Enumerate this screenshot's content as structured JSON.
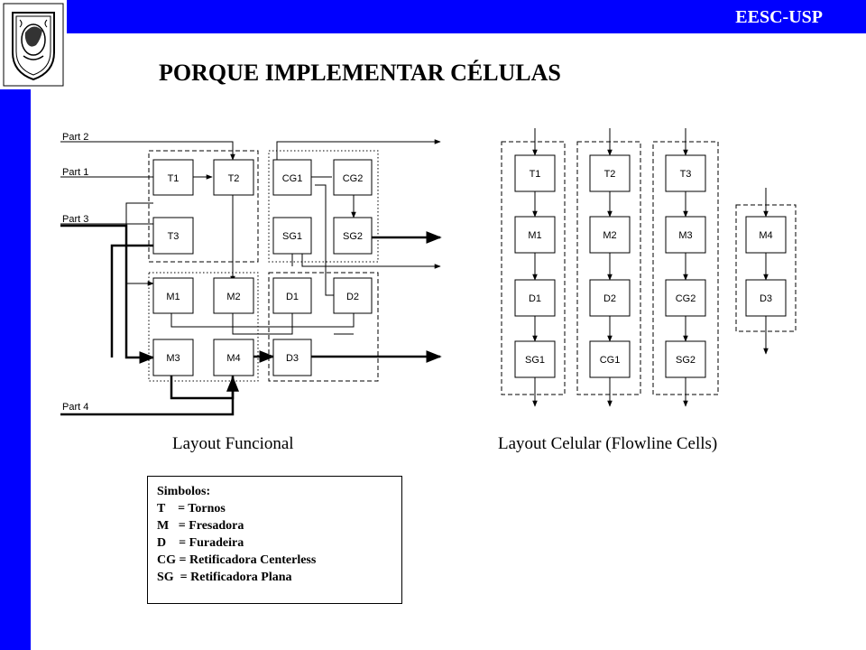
{
  "header": {
    "label": "EESC-USP"
  },
  "title": "PORQUE IMPLEMENTAR CÉLULAS",
  "captions": {
    "funcional": "Layout Funcional",
    "celular": "Layout Celular (Flowline Cells)"
  },
  "functional": {
    "parts": [
      "Part 2",
      "Part 1",
      "Part 3",
      "Part 4"
    ],
    "machines": [
      "T1",
      "T2",
      "T3",
      "CG1",
      "CG2",
      "SG1",
      "SG2",
      "M1",
      "M2",
      "D1",
      "D2",
      "M3",
      "M4",
      "D3"
    ]
  },
  "cells": [
    [
      "T1",
      "M1",
      "D1",
      "SG1"
    ],
    [
      "T2",
      "M2",
      "D2",
      "CG1"
    ],
    [
      "T3",
      "M3",
      "CG2",
      "SG2"
    ],
    [
      "M4",
      "D3"
    ]
  ],
  "legend": {
    "heading": "Simbolos:",
    "items": [
      "T    = Tornos",
      "M   = Fresadora",
      "D    = Furadeira",
      "CG = Retificadora Centerless",
      "SG  = Retificadora Plana"
    ]
  },
  "colors": {
    "accent": "#0000ff",
    "box_fill": "#ffffff",
    "line": "#000000"
  }
}
